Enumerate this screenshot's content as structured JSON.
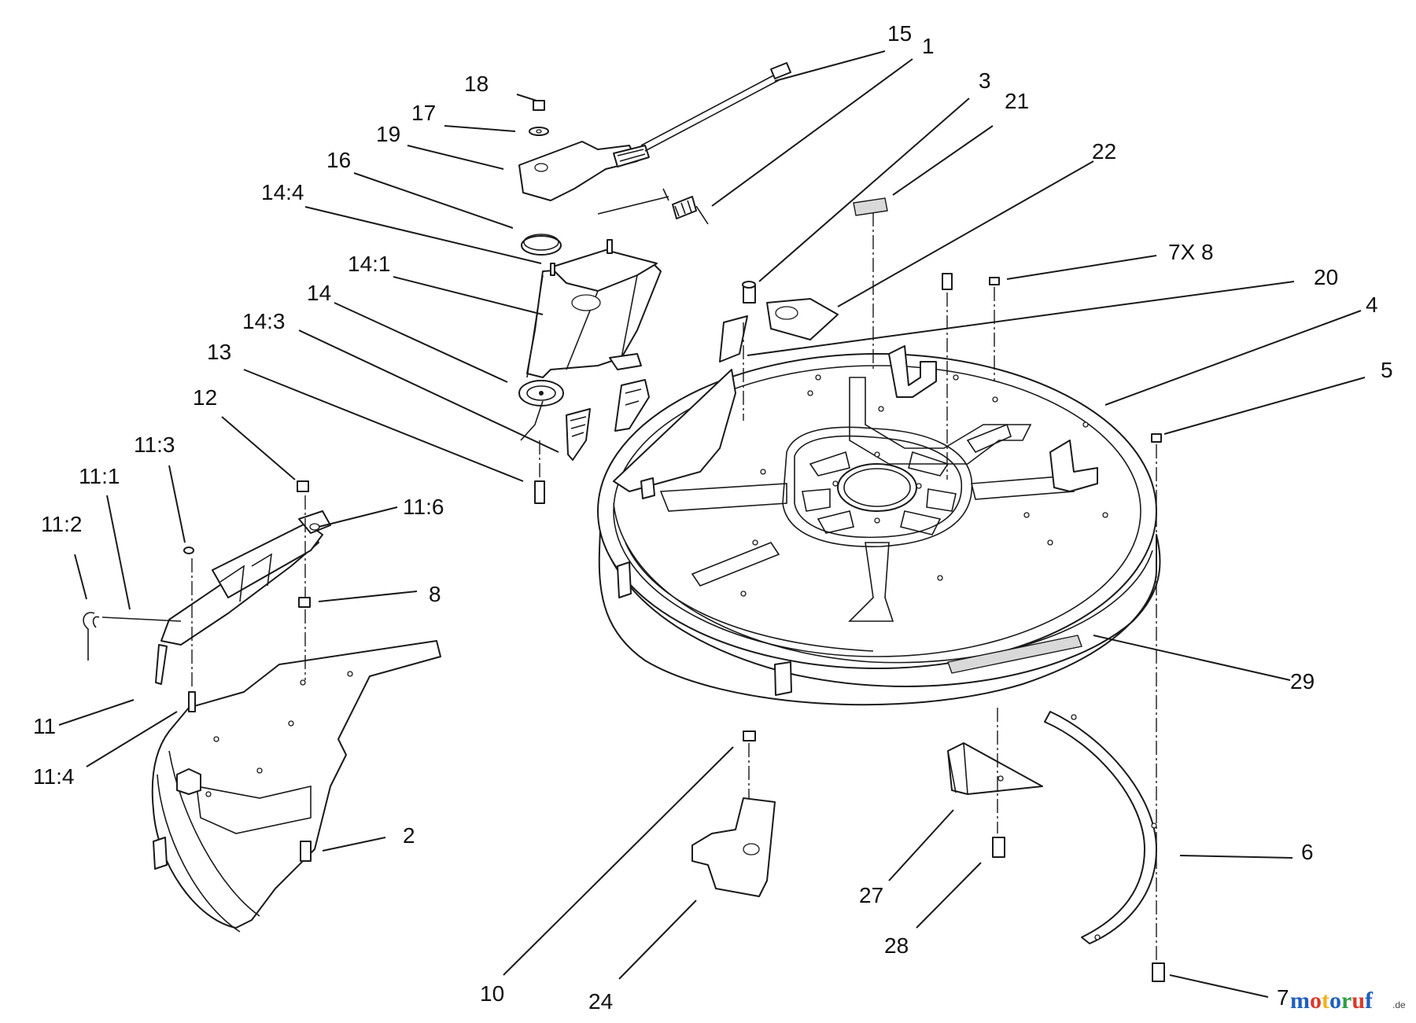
{
  "callouts": [
    {
      "id": "c15",
      "label": "15"
    },
    {
      "id": "c1",
      "label": "1"
    },
    {
      "id": "c18",
      "label": "18"
    },
    {
      "id": "c3",
      "label": "3"
    },
    {
      "id": "c21",
      "label": "21"
    },
    {
      "id": "c17",
      "label": "17"
    },
    {
      "id": "c19",
      "label": "19"
    },
    {
      "id": "c22",
      "label": "22"
    },
    {
      "id": "c16",
      "label": "16"
    },
    {
      "id": "c14-4",
      "label": "14:4"
    },
    {
      "id": "c7x8",
      "label": "7X 8"
    },
    {
      "id": "c14-1",
      "label": "14:1"
    },
    {
      "id": "c20",
      "label": "20"
    },
    {
      "id": "c4",
      "label": "4"
    },
    {
      "id": "c14",
      "label": "14"
    },
    {
      "id": "c14-3",
      "label": "14:3"
    },
    {
      "id": "c13",
      "label": "13"
    },
    {
      "id": "c5",
      "label": "5"
    },
    {
      "id": "c12",
      "label": "12"
    },
    {
      "id": "c11-3",
      "label": "11:3"
    },
    {
      "id": "c11-6",
      "label": "11:6"
    },
    {
      "id": "c11-1",
      "label": "11:1"
    },
    {
      "id": "c11-2",
      "label": "11:2"
    },
    {
      "id": "c8",
      "label": "8"
    },
    {
      "id": "c29",
      "label": "29"
    },
    {
      "id": "c11",
      "label": "11"
    },
    {
      "id": "c11-4",
      "label": "11:4"
    },
    {
      "id": "c2",
      "label": "2"
    },
    {
      "id": "c6",
      "label": "6"
    },
    {
      "id": "c27",
      "label": "27"
    },
    {
      "id": "c28",
      "label": "28"
    },
    {
      "id": "c10",
      "label": "10"
    },
    {
      "id": "c24",
      "label": "24"
    },
    {
      "id": "c7",
      "label": "7"
    }
  ],
  "watermark": {
    "letters": [
      "m",
      "o",
      "t",
      "o",
      "r",
      "u",
      "f"
    ],
    "colors": [
      "#1f5fbf",
      "#d93a2b",
      "#f2b21b",
      "#1f5fbf",
      "#2e9e44",
      "#d93a2b",
      "#1f5fbf"
    ],
    "suffix": ".de"
  }
}
